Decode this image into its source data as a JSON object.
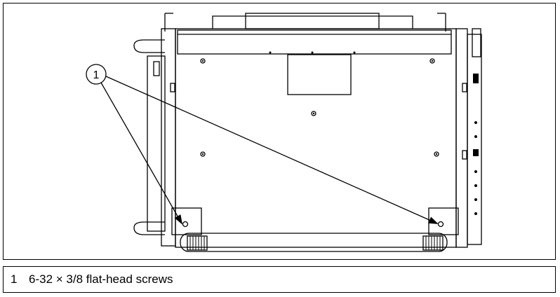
{
  "figure": {
    "callout_number": "1"
  },
  "legend": {
    "items": [
      {
        "number": "1",
        "description": "6-32 × 3/8 flat-head screws"
      }
    ]
  }
}
